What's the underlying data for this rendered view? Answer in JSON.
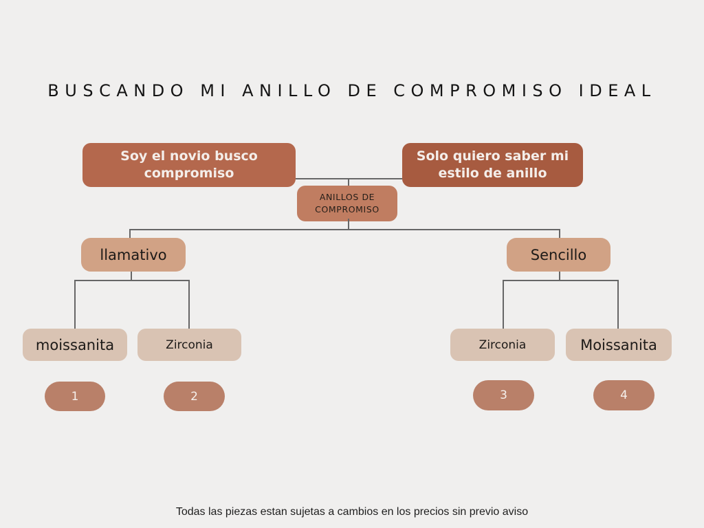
{
  "title": "BUSCANDO MI ANILLO DE COMPROMISO IDEAL",
  "footer": "Todas las piezas estan sujetas a cambios en los precios sin previo aviso",
  "colors": {
    "background": "#f0efee",
    "box_groom": "#b4684d",
    "box_style": "#a75b40",
    "box_root": "#c07d61",
    "box_level2": "#d1a285",
    "box_level3": "#d9c3b3",
    "pill": "#b98069",
    "connector_line": "#666666",
    "text_dark": "#1d1a18",
    "text_light": "#f4eeea"
  },
  "nodes": {
    "groom": "Soy el novio busco compromiso",
    "style_only": "Solo quiero saber mi estilo de anillo",
    "root": "ANILLOS DE COMPROMISO",
    "flashy": "llamativo",
    "simple": "Sencillo",
    "flashy_children": [
      {
        "label": "moissanita",
        "number": "1"
      },
      {
        "label": "Zirconia",
        "number": "2"
      }
    ],
    "simple_children": [
      {
        "label": "Zirconia",
        "number": "3"
      },
      {
        "label": "Moissanita",
        "number": "4"
      }
    ]
  }
}
